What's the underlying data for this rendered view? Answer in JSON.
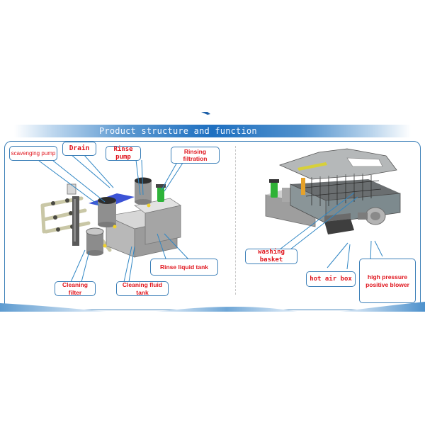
{
  "banner": {
    "title": "Product structure and function",
    "color": "#1e6fc0"
  },
  "left_panel": {
    "name": "cleaning-and-rinse-tank-unit",
    "labels": [
      {
        "id": "scavenging-pump",
        "text": "scavenging pump"
      },
      {
        "id": "drain",
        "text": "Drain"
      },
      {
        "id": "rinse-pump",
        "text": "Rinse pump"
      },
      {
        "id": "rinsing-filtration",
        "text": "Rinsing filtration"
      },
      {
        "id": "rinse-liquid-tank",
        "text": "Rinse liquid tank"
      },
      {
        "id": "cleaning-filter",
        "text": "Cleaning filter"
      },
      {
        "id": "cleaning-fluid-tank",
        "text": "Cleaning fluid tank"
      }
    ]
  },
  "right_panel": {
    "name": "washing-chamber-unit",
    "labels": [
      {
        "id": "washing-basket",
        "text": "washing basket"
      },
      {
        "id": "hot-air-box",
        "text": "hot air box"
      },
      {
        "id": "high-pressure-positive-blower",
        "text": "high pressure positive blower"
      }
    ]
  },
  "colors": {
    "label_text": "#e0161e",
    "label_border": "#3b7fb8",
    "frame_border": "#3b7fb8",
    "leader_line": "#2f86c4"
  }
}
